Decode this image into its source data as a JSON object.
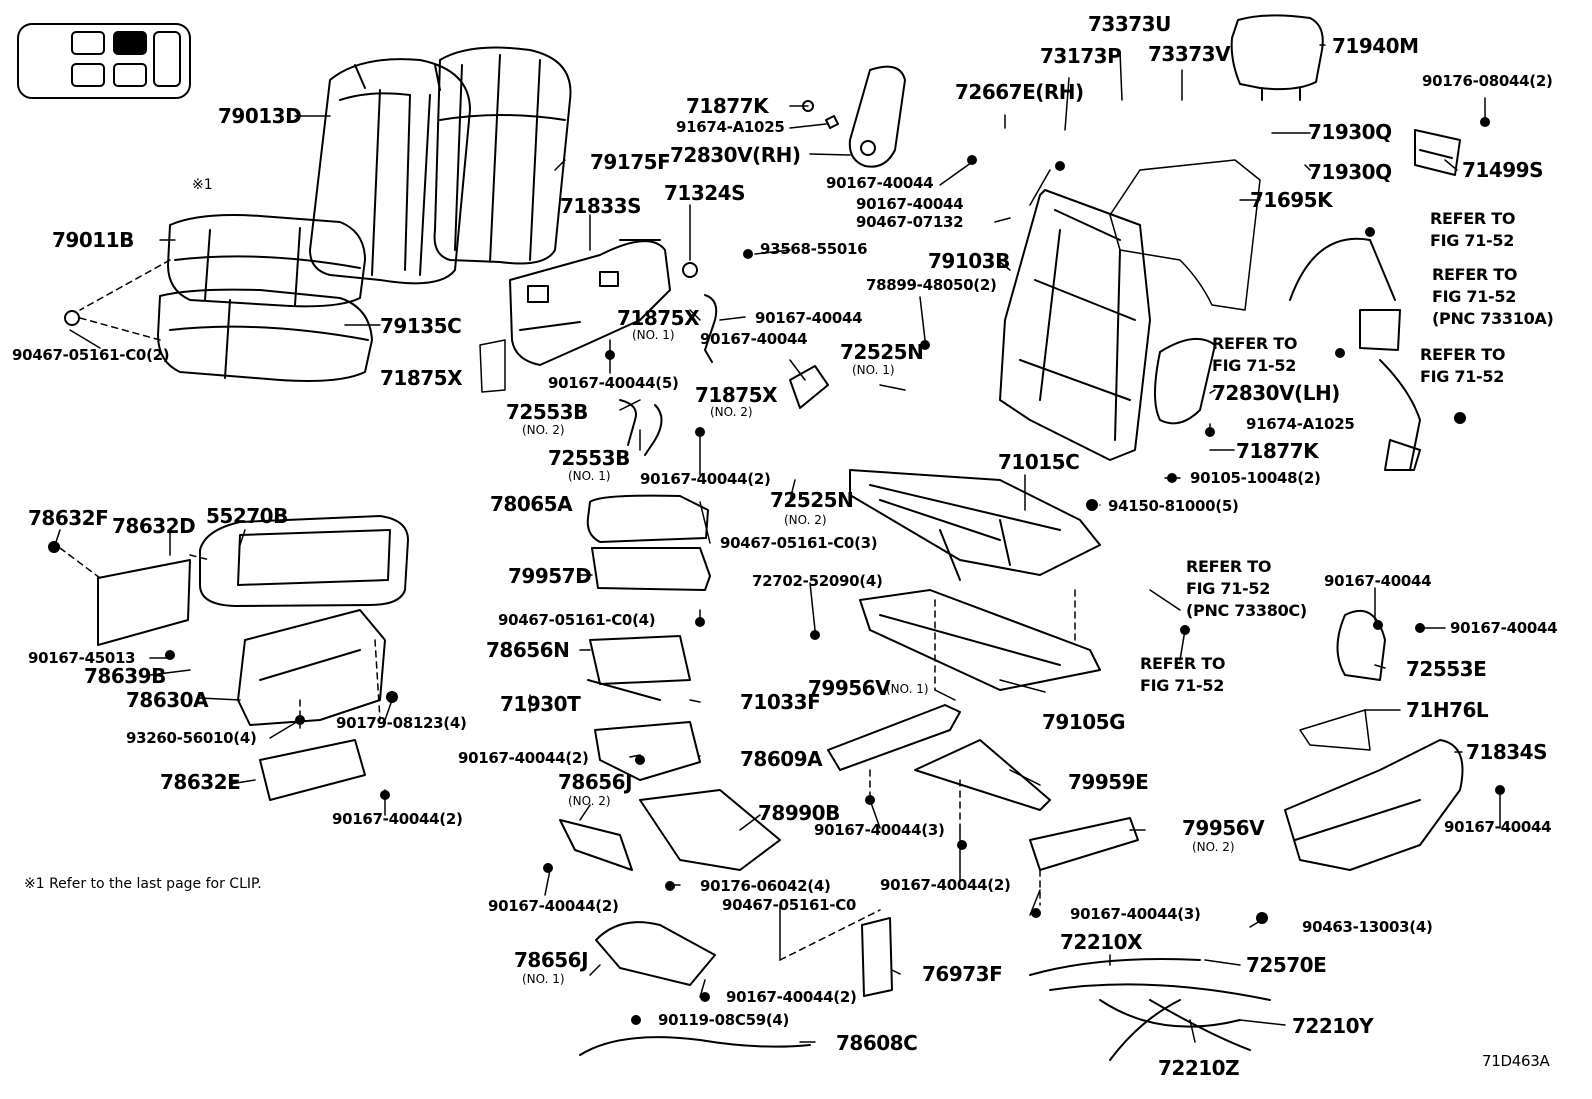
{
  "diagram": {
    "code": "71D463A",
    "note": "※1  Refer to the last page for CLIP.",
    "clip_marker": "※1",
    "labels": {
      "p79013D": "79013D",
      "p79175F": "79175F",
      "p79011B": "79011B",
      "p79135C": "79135C",
      "p90467_05161_C0_2": "90467-05161-C0(2)",
      "p71833S": "71833S",
      "p71324S": "71324S",
      "p93568_55016": "93568-55016",
      "p71875X_a": "71875X",
      "p71875X_a_no": "(NO. 1)",
      "p90167_40044_a": "90167-40044",
      "p90167_40044_b": "90167-40044",
      "p71875X_b": "71875X",
      "p90167_40044_5": "90167-40044(5)",
      "p71875X_c": "71875X",
      "p71875X_c_no": "(NO. 2)",
      "p72553B_a": "72553B",
      "p72553B_a_no": "(NO. 2)",
      "p72553B_b": "72553B",
      "p72553B_b_no": "(NO. 1)",
      "p90167_40044_2a": "90167-40044(2)",
      "p71877K_a": "71877K",
      "p91674_A1025_a": "91674-A1025",
      "p72830V_RH": "72830V(RH)",
      "p73373U": "73373U",
      "p73173P": "73173P",
      "p73373V": "73373V",
      "p72667E_RH": "72667E(RH)",
      "p71940M": "71940M",
      "p90176_08044_2": "90176-08044(2)",
      "p71930Q_a": "71930Q",
      "p71930Q_b": "71930Q",
      "p71499S": "71499S",
      "p90167_40044_c": "90167-40044",
      "p90167_40044_d": "90167-40044",
      "p90467_07132": "90467-07132",
      "p71695K": "71695K",
      "p79103B": "79103B",
      "p78899_48050_2": "78899-48050(2)",
      "p72525N_a": "72525N",
      "p72525N_a_no": "(NO. 1)",
      "ref_a": "REFER TO\nFIG 71-52",
      "ref_b": "REFER TO\nFIG 71-52\n(PNC 73310A)",
      "ref_c": "REFER TO\nFIG 71-52",
      "ref_d": "REFER TO\nFIG 71-52",
      "p72830V_LH": "72830V(LH)",
      "p91674_A1025_b": "91674-A1025",
      "p71877K_b": "71877K",
      "p90105_10048_2": "90105-10048(2)",
      "p71015C": "71015C",
      "p94150_81000_5": "94150-81000(5)",
      "p72525N_b": "72525N",
      "p72525N_b_no": "(NO. 2)",
      "p78065A": "78065A",
      "p90467_05161_C0_3": "90467-05161-C0(3)",
      "p79957D": "79957D",
      "p90467_05161_C0_4": "90467-05161-C0(4)",
      "p72702_52090_4": "72702-52090(4)",
      "ref_e": "REFER TO\nFIG 71-52\n(PNC 73380C)",
      "ref_f": "REFER TO\nFIG 71-52",
      "p90167_40044_e": "90167-40044",
      "p90167_40044_f": "90167-40044",
      "p72553E": "72553E",
      "p78632F": "78632F",
      "p78632D": "78632D",
      "p55270B": "55270B",
      "p90167_45013": "90167-45013",
      "p78639B": "78639B",
      "p78630A": "78630A",
      "p90179_08123_4": "90179-08123(4)",
      "p93260_56010_4": "93260-56010(4)",
      "p78632E": "78632E",
      "p90167_40044_2b": "90167-40044(2)",
      "p78656N": "78656N",
      "p71033F": "71033F",
      "p71930T": "71930T",
      "p90167_40044_2c": "90167-40044(2)",
      "p78609A": "78609A",
      "p78656J_a": "78656J",
      "p78656J_a_no": "(NO. 2)",
      "p78990B": "78990B",
      "p90176_06042_4": "90176-06042(4)",
      "p90167_40044_2d": "90167-40044(2)",
      "p90467_05161_C0": "90467-05161-C0",
      "p78656J_b": "78656J",
      "p78656J_b_no": "(NO. 1)",
      "p76973F": "76973F",
      "p90167_40044_2e": "90167-40044(2)",
      "p90119_08C59_4": "90119-08C59(4)",
      "p78608C": "78608C",
      "p79956V_a": "79956V",
      "p79956V_a_no": "(NO. 1)",
      "p79105G": "79105G",
      "p79959E": "79959E",
      "p90167_40044_3a": "90167-40044(3)",
      "p90167_40044_2f": "90167-40044(2)",
      "p79956V_b": "79956V",
      "p79956V_b_no": "(NO. 2)",
      "p90167_40044_3b": "90167-40044(3)",
      "p90463_13003_4": "90463-13003(4)",
      "p72210X": "72210X",
      "p72570E": "72570E",
      "p72210Y": "72210Y",
      "p72210Z": "72210Z",
      "p71H76L": "71H76L",
      "p71834S": "71834S",
      "p90167_40044_g": "90167-40044"
    }
  }
}
